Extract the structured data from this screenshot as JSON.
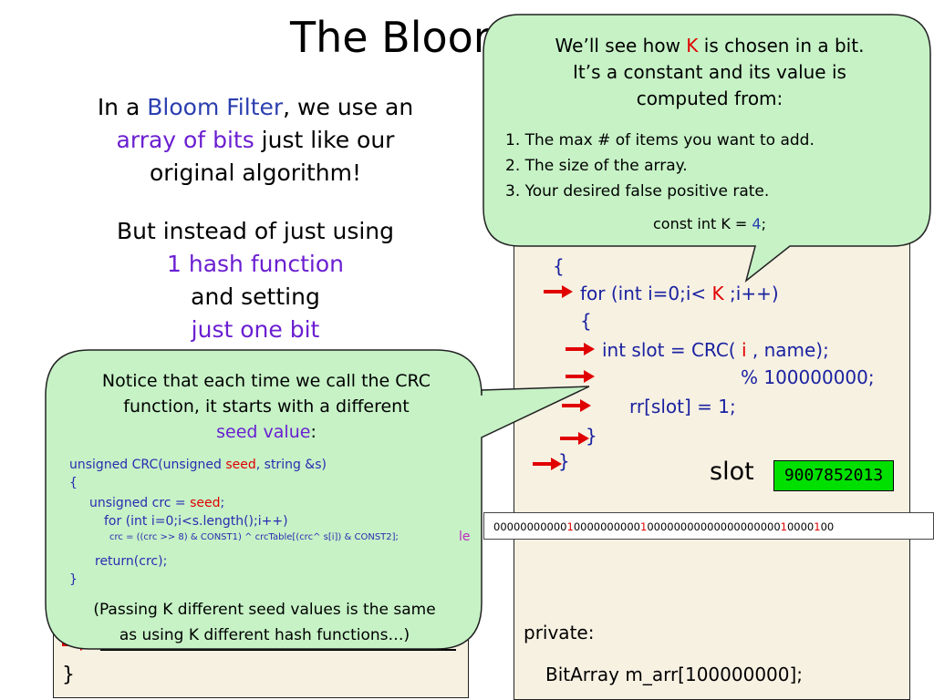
{
  "title": "The Bloom",
  "intro": {
    "line1_pre": "In a ",
    "line1_hl": "Bloom Filter",
    "line1_post": ", we use an",
    "line2_hl": "array of bits",
    "line2_post": " just like our",
    "line3": "original algorithm!"
  },
  "instead": {
    "line1": "But instead of just using",
    "line2": "1 hash function",
    "line3": "and setting",
    "line4": "just one bit"
  },
  "code": {
    "open_brace": "{",
    "for_pre": "for (int i=0;i< ",
    "for_k": "K",
    "for_post": " ;i++)",
    "inner_brace": "{",
    "slot_pre": "int slot = CRC( ",
    "slot_i": "i",
    "slot_post": " , name);",
    "mod": "% 100000000;",
    "arr": "rr[slot] = 1;",
    "close_inner": "}",
    "close_outer": "}",
    "private": "private:",
    "member": "BitArray  m_arr[100000000];"
  },
  "left_code": {
    "close": "}"
  },
  "slot_label": "slot",
  "slot_value": "9007852013",
  "bits_row": {
    "seg1": "00000000000",
    "one1": "1",
    "seg2": "0000000000",
    "one2": "1",
    "seg3": "00000000000000000000",
    "one3": "1",
    "seg4": "0000",
    "one4": "1",
    "seg5": "00"
  },
  "callout_k": {
    "line1_pre": "We’ll see how ",
    "line1_k": "K",
    "line1_post": " is chosen in a bit.",
    "line2": "It’s a constant and its value is",
    "line3": "computed from:",
    "items": [
      "1.   The max # of items you want to add.",
      "2.   The size of the array.",
      "3.   Your desired false positive rate."
    ],
    "const_pre": "const int K = ",
    "const_val": "4",
    "const_post": ";"
  },
  "callout_seed": {
    "line1": "Notice that each time we call the CRC",
    "line2": "function, it starts with a different",
    "line3_hl": "seed value",
    "line3_post": ":",
    "sig_pre": "unsigned CRC(unsigned ",
    "sig_seed": "seed",
    "sig_post": ", string &s)",
    "brace_open": "{",
    "crc_pre": "unsigned crc = ",
    "crc_seed": "seed",
    "crc_post": ";",
    "loop": "for (int i=0;i<s.length();i++)",
    "body": "crc = ((crc >> 8) & CONST1) ^ crcTable[(crc^ s[i]) & CONST2];",
    "ret": "return(crc);",
    "brace_close": "}",
    "foot1": "(Passing K different seed values is the same",
    "foot2": "as using K different hash functions…)",
    "stray": "le"
  },
  "colors": {
    "bubble": "#c6f2c6",
    "panel": "#f7f1e2",
    "highlight_purple": "#6a1fd1",
    "code_blue": "#1a22a0",
    "red": "#e00000",
    "slot_green": "#00e000"
  }
}
